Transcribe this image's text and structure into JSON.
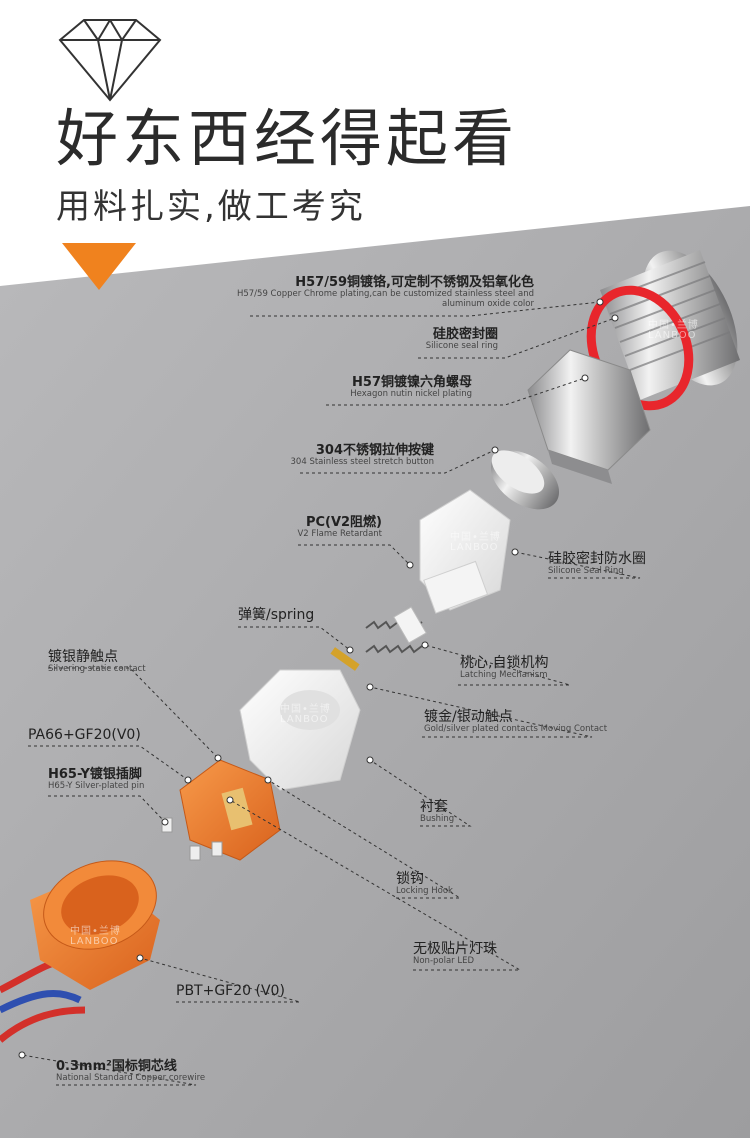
{
  "header": {
    "title": "好东西经得起看",
    "subtitle": "用料扎实,做工考究",
    "diamond_icon": "diamond-icon",
    "arrow_icon": "orange-triangle-icon"
  },
  "colors": {
    "background_gray": "#a9a9ab",
    "accent_orange": "#f0821e",
    "part_orange": "#ee7a2a",
    "seal_red": "#e8262c"
  },
  "labels": {
    "h57_plating": {
      "zh": "H57/59铜镀铬,可定制不锈钢及铝氧化色",
      "en1": "H57/59 Copper Chrome plating,can be customized stainless steel and",
      "en2": "aluminum oxide color"
    },
    "silicone_seal": {
      "zh": "硅胶密封圈",
      "en": "Silicone seal ring"
    },
    "hex_nut": {
      "zh": "H57铜镀镍六角螺母",
      "en": "Hexagon nutin nickel plating"
    },
    "stainless_button": {
      "zh": "304不锈钢拉伸按键",
      "en": "304 Stainless steel stretch button"
    },
    "pc_v2": {
      "zh": "PC(V2阻燃)",
      "en": "V2 Flame Retardant"
    },
    "waterproof_ring": {
      "zh": "硅胶密封防水圈",
      "en": "Silicone Seal Ring"
    },
    "spring": {
      "zh": "弹簧/spring"
    },
    "latching": {
      "zh": "桃心,自锁机构",
      "en": "Latching  Mechanism"
    },
    "silver_static": {
      "zh": "镀银静触点",
      "en": "Silvering static contact"
    },
    "moving_contact": {
      "zh": "镀金/银动触点",
      "en": "Gold/silver plated contacts Moving  Contact"
    },
    "pa66": {
      "zh": "PA66+GF20(V0)"
    },
    "h65_pin": {
      "zh": "H65-Y镀银插脚",
      "en": "H65-Y Silver-plated pin"
    },
    "bushing": {
      "zh": "衬套",
      "en": "Bushing"
    },
    "locking_hook": {
      "zh": "锁钩",
      "en": "Locking Hook"
    },
    "led": {
      "zh": "无极贴片灯珠",
      "en": "Non-polar LED"
    },
    "pbt": {
      "zh": "PBT+GF20 (V0)"
    },
    "wire": {
      "zh": "0.3mm²国标铜芯线",
      "en": "National Standard Copper corewire"
    }
  },
  "watermarks": [
    "中国•兰博",
    "LANBOO"
  ]
}
